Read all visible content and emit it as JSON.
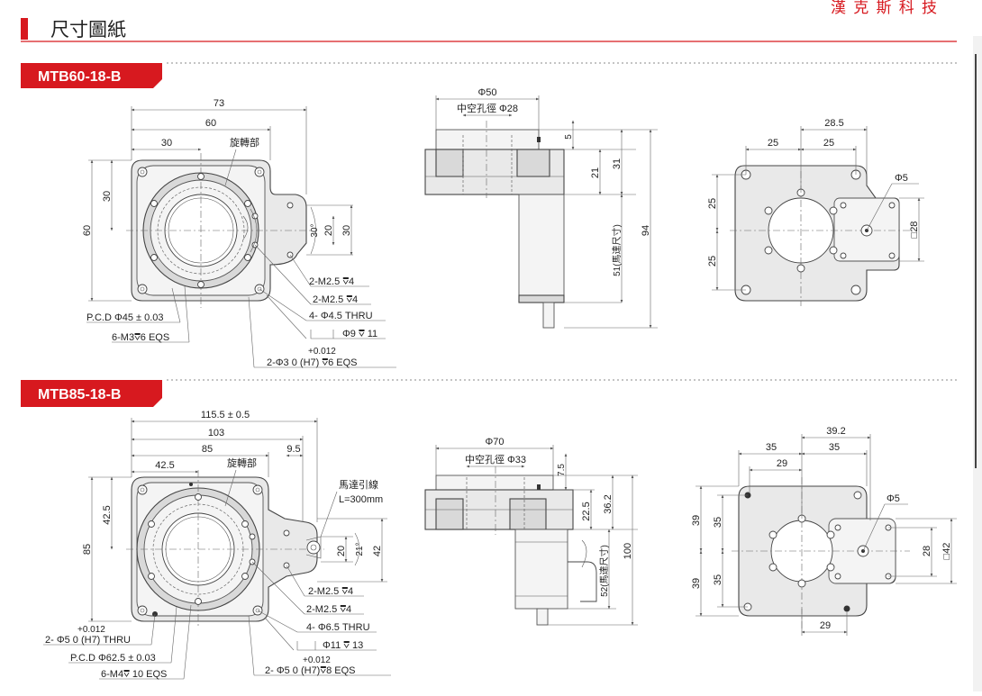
{
  "header": {
    "section_title": "尺寸圖紙",
    "brand": "漢 克 斯 科 技",
    "accent_color": "#d7191f"
  },
  "mtb60": {
    "model": "MTB60-18-B",
    "front": {
      "d73": "73",
      "d60": "60",
      "d30": "30",
      "rot": "旋轉部",
      "v30": "30",
      "v60": "60",
      "ang30": "30°",
      "v20": "20",
      "v30r": "30",
      "m25a": "2-M2.5",
      "m25a_depth": "4",
      "m25b": "2-M2.5",
      "m25b_depth": "4",
      "thru": "4- Φ4.5 THRU",
      "pcd": "P.C.D  Φ45 ± 0.03",
      "m3": "6-M3",
      "m3_depth": "6 EQS",
      "cb_d": "Φ9",
      "cb_depth": "11",
      "tol": "+0.012",
      "pin": "2-Φ3    0   (H7)",
      "pin_depth": "6 EQS"
    },
    "side": {
      "d50": "Φ50",
      "hollow": "中空孔徑  Φ28",
      "v5": "5",
      "v21": "21",
      "v31": "31",
      "v94": "94",
      "v51": "51(馬達尺寸)"
    },
    "back": {
      "d285": "28.5",
      "d25a": "25",
      "d25b": "25",
      "phi5": "Φ5",
      "v25a": "25",
      "v25b": "25",
      "sq28": "□28"
    }
  },
  "mtb85": {
    "model": "MTB85-18-B",
    "front": {
      "d1155": "115.5 ± 0.5",
      "d103": "103",
      "d85": "85",
      "d95": "9.5",
      "d425": "42.5",
      "rot": "旋轉部",
      "motor_lead": "馬達引線",
      "lead_len": "L=300mm",
      "v425": "42.5",
      "v85": "85",
      "v20": "20",
      "ang21": "21°",
      "v42": "42",
      "m25a": "2-M2.5",
      "m25a_depth": "4",
      "m25b": "2-M2.5",
      "m25b_depth": "4",
      "thru": "4- Φ6.5 THRU",
      "cb_d": "Φ11",
      "cb_depth": "13",
      "tol_l": "+0.012",
      "pin_l": "2- Φ5    0   (H7) THRU",
      "pcd": "P.C.D   Φ62.5 ± 0.03",
      "m4": "6-M4",
      "m4_depth": "10 EQS",
      "tol_r": "+0.012",
      "pin_r": "2- Φ5    0   (H7)",
      "pin_r_depth": "8 EQS"
    },
    "side": {
      "d70": "Φ70",
      "hollow": "中空孔徑  Φ33",
      "v75": "7.5",
      "v225": "22.5",
      "v362": "36.2",
      "v100": "100",
      "v52": "52(馬達尺寸)"
    },
    "back": {
      "d392": "39.2",
      "d35a": "35",
      "d35b": "35",
      "d29": "29",
      "phi5": "Φ5",
      "v39a": "39",
      "v35a": "35",
      "v39b": "39",
      "v35b": "35",
      "v28": "28",
      "sq42": "□42",
      "d29b": "29"
    }
  }
}
